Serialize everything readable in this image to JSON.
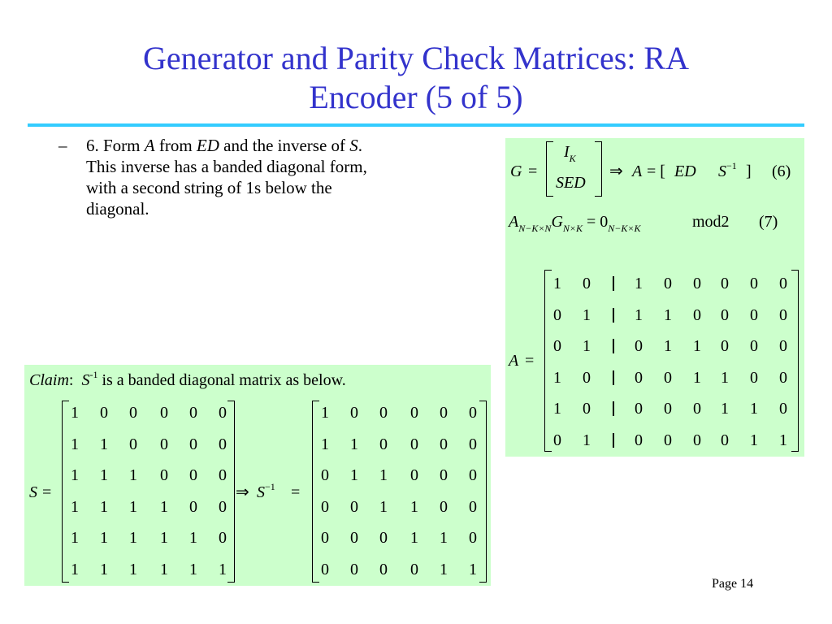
{
  "title_line1": "Generator and Parity Check Matrices: RA",
  "title_line2": "Encoder (5 of 5)",
  "bullet": {
    "dash": "–",
    "p1": "6. Form ",
    "A": "A",
    "p2": " from ",
    "ED": "ED",
    "p3": " and the inverse of ",
    "S": "S",
    "p4": ".",
    "line2": "This inverse has a banded diagonal form,",
    "line3": "with a second string of 1s below the",
    "line4": "diagonal."
  },
  "eq6": {
    "G": "G",
    "eq": "=",
    "IK_I": "I",
    "IK_K": "K",
    "SED": "SED",
    "implies": "⇒",
    "A": "A",
    "eq2": "= [",
    "ED": "ED",
    "S": "S",
    "inv": "−1",
    "close": "]",
    "label": "(6)"
  },
  "eq7": {
    "A": "A",
    "A_sub": "N−K×N",
    "G": "G",
    "G_sub": "N×K",
    "eq": "= 0",
    "zero_sub": "N−K×K",
    "mod": "mod2",
    "label": "(7)"
  },
  "matrixA": {
    "label": "A",
    "eq": "=",
    "rows": [
      [
        "1",
        "0",
        "1",
        "0",
        "0",
        "0",
        "0",
        "0"
      ],
      [
        "0",
        "1",
        "1",
        "1",
        "0",
        "0",
        "0",
        "0"
      ],
      [
        "0",
        "1",
        "0",
        "1",
        "1",
        "0",
        "0",
        "0"
      ],
      [
        "1",
        "0",
        "0",
        "0",
        "1",
        "1",
        "0",
        "0"
      ],
      [
        "1",
        "0",
        "0",
        "0",
        "0",
        "1",
        "1",
        "0"
      ],
      [
        "0",
        "1",
        "0",
        "0",
        "0",
        "0",
        "1",
        "1"
      ]
    ]
  },
  "claim": {
    "word": "Claim",
    "colon": ":",
    "S": "S",
    "sup": "-1",
    "rest": "is a banded diagonal matrix as below."
  },
  "matrixS": {
    "label": "S",
    "eq": "=",
    "rows": [
      [
        "1",
        "0",
        "0",
        "0",
        "0",
        "0"
      ],
      [
        "1",
        "1",
        "0",
        "0",
        "0",
        "0"
      ],
      [
        "1",
        "1",
        "1",
        "0",
        "0",
        "0"
      ],
      [
        "1",
        "1",
        "1",
        "1",
        "0",
        "0"
      ],
      [
        "1",
        "1",
        "1",
        "1",
        "1",
        "0"
      ],
      [
        "1",
        "1",
        "1",
        "1",
        "1",
        "1"
      ]
    ]
  },
  "matrixSinv": {
    "implies": "⇒",
    "label": "S",
    "sup": "−1",
    "eq": "=",
    "rows": [
      [
        "1",
        "0",
        "0",
        "0",
        "0",
        "0"
      ],
      [
        "1",
        "1",
        "0",
        "0",
        "0",
        "0"
      ],
      [
        "0",
        "1",
        "1",
        "0",
        "0",
        "0"
      ],
      [
        "0",
        "0",
        "1",
        "1",
        "0",
        "0"
      ],
      [
        "0",
        "0",
        "0",
        "1",
        "1",
        "0"
      ],
      [
        "0",
        "0",
        "0",
        "0",
        "1",
        "1"
      ]
    ]
  },
  "page_label": "Page 14"
}
